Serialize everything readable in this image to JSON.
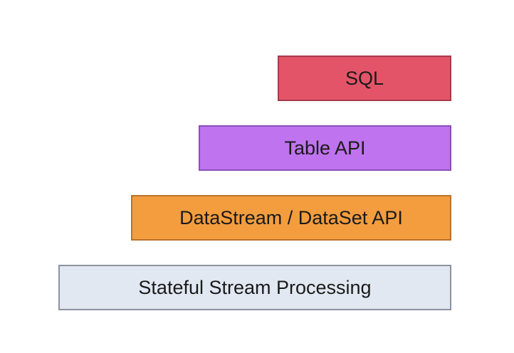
{
  "layers": [
    {
      "label": "SQL",
      "fill": "#e45469",
      "border": "#a83a4c"
    },
    {
      "label": "Table API",
      "fill": "#bf73ee",
      "border": "#8a4fb8"
    },
    {
      "label": "DataStream / DataSet API",
      "fill": "#f39d3e",
      "border": "#b8732b"
    },
    {
      "label": "Stateful Stream Processing",
      "fill": "#e2e8f2",
      "border": "#8c93a0"
    }
  ]
}
